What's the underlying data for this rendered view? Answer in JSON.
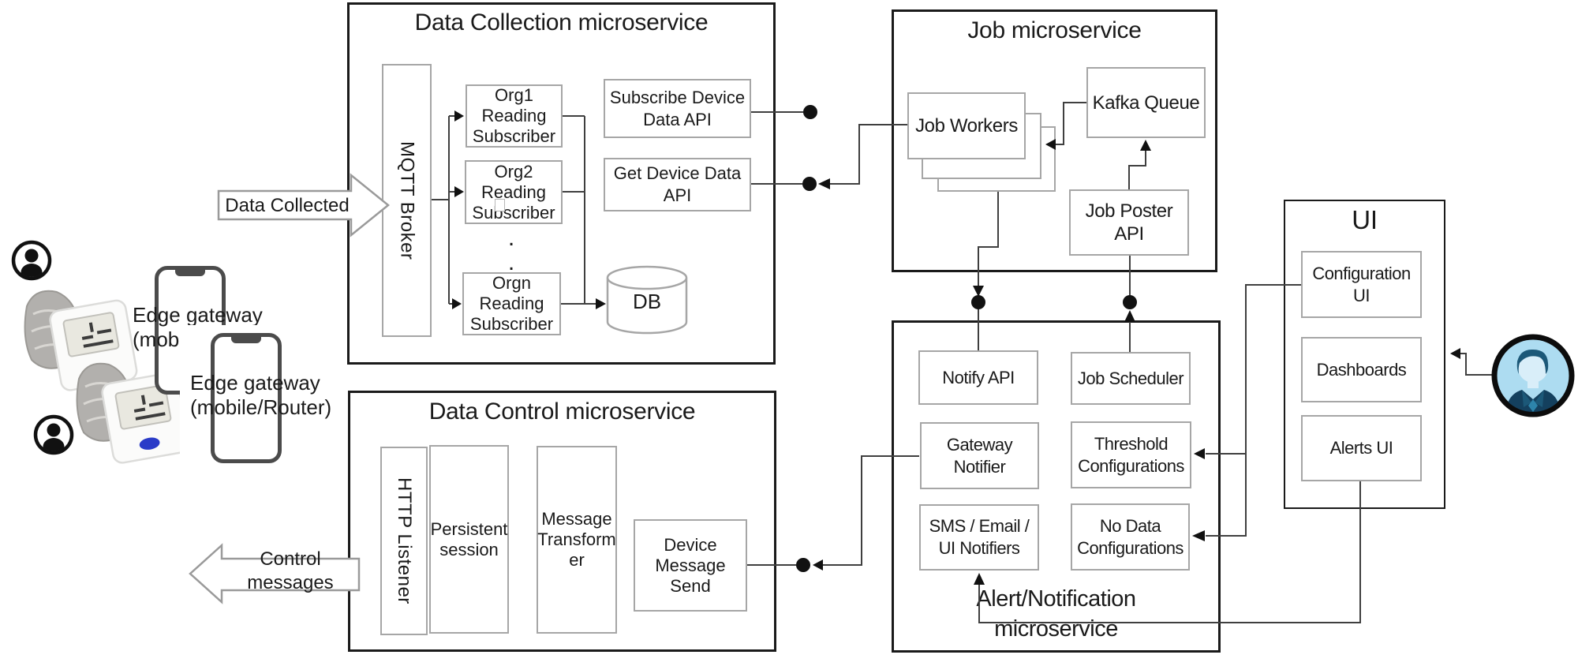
{
  "diagram": {
    "sections": {
      "data_collection": {
        "title": "Data Collection microservice"
      },
      "job": {
        "title": "Job microservice"
      },
      "data_control": {
        "title": "Data Control microservice"
      },
      "alert_notification": {
        "title": "Alert/Notification\nmicroservice"
      },
      "ui": {
        "title": "UI"
      }
    },
    "nodes": {
      "mqtt_broker": "MQTT Broker",
      "org1_subscriber": "Org1\nReading\nSubscriber",
      "org2_subscriber": "Org2\nReading\nSubscriber",
      "orgn_subscriber": "Orgn\nReading\nSubscriber",
      "subscriber_ellipsis": ".\n.",
      "subscribe_device_data_api": "Subscribe Device\nData API",
      "get_device_data_api": "Get Device Data\nAPI",
      "db": "DB",
      "job_workers": "Job Workers",
      "kafka_queue": "Kafka Queue",
      "job_poster_api": "Job Poster API",
      "notify_api": "Notify API",
      "job_scheduler": "Job Scheduler",
      "gateway_notifier": "Gateway\nNotifier",
      "threshold_configurations": "Threshold\nConfigurations",
      "sms_email_ui_notifiers": "SMS / Email /\nUI Notifiers",
      "no_data_configurations": "No Data\nConfigurations",
      "http_listener": "HTTP Listener",
      "persistent_session": "Persistent\nsession",
      "message_transformer": "Message\nTransform\ner",
      "device_message_send": "Device\nMessage\nSend",
      "configuration_ui": "Configuration\nUI",
      "dashboards": "Dashboards",
      "alerts_ui": "Alerts UI"
    },
    "labels": {
      "data_collected": "Data Collected",
      "control_messages": "Control\nmessages",
      "edge_gateway_1": "Edge gateway\n(mobil",
      "edge_gateway_2": "Edge gateway\n(mobile/Router)"
    },
    "icons": {
      "patient_avatar_top": "person-circle-icon",
      "patient_avatar_bottom": "person-circle-icon",
      "bp_monitor_1": "blood-pressure-monitor",
      "bp_monitor_2": "blood-pressure-monitor",
      "edge_phone_1": "smartphone",
      "edge_phone_2": "smartphone",
      "end_user": "user-avatar-icon"
    },
    "colors": {
      "outer_border": "#1a1a1a",
      "inner_border": "#a6a6a6",
      "connector": "#3f3f3f",
      "dot": "#111111",
      "device_button": "#2a3bc8",
      "avatar_ring": "#0c0c0c",
      "avatar_bg": "#addcf1",
      "avatar_suit": "#14405e",
      "avatar_tie": "#2d84ab"
    }
  }
}
